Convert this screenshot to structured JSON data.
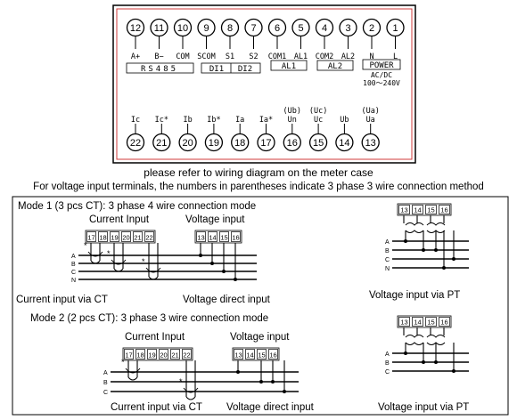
{
  "colors": {
    "frame": "#000000",
    "inner_frame": "#d23b3b"
  },
  "terminal_block": {
    "top_terminals": [
      "12",
      "11",
      "10",
      "9",
      "8",
      "7",
      "6",
      "5",
      "4",
      "3",
      "2",
      "1"
    ],
    "top_labels": [
      "A+",
      "B−",
      "COM",
      "SCOM",
      "S1",
      "S2",
      "COM1",
      "AL1",
      "COM2",
      "AL2",
      "N",
      "L"
    ],
    "group_rs485": "RS485",
    "group_di1": "DI1",
    "group_di2": "DI2",
    "group_al1": "AL1",
    "group_al2": "AL2",
    "power_label": "POWER",
    "power_spec_1": "AC/DC",
    "power_spec_2": "100～240V",
    "bottom_terminals": [
      "22",
      "21",
      "20",
      "19",
      "18",
      "17",
      "16",
      "15",
      "14",
      "13"
    ],
    "bottom_labels": [
      "Ic",
      "Ic*",
      "Ib",
      "Ib*",
      "Ia",
      "Ia*",
      "Un",
      "Uc",
      "Ub",
      "Ua"
    ],
    "bottom_alt_labels": [
      "(Ub)",
      "(Uc)",
      "(Ua)"
    ]
  },
  "notes": {
    "line1": "please refer to wiring diagram on the meter case",
    "line2": "For voltage input terminals, the numbers in parentheses indicate 3 phase 3 wire connection method"
  },
  "mode1": {
    "title": "Mode 1 (3 pcs CT): 3 phase 4 wire connection mode",
    "current_title": "Current Input",
    "voltage_title": "Voltage input",
    "current_terminals": [
      "17",
      "18",
      "19",
      "20",
      "21",
      "22"
    ],
    "voltage_terminals": [
      "13",
      "14",
      "15",
      "16"
    ],
    "pt_terminals": [
      "13",
      "14",
      "15",
      "16"
    ],
    "phases": [
      "A",
      "B",
      "C",
      "N"
    ],
    "star": "*",
    "caption_ct": "Current input via CT",
    "caption_direct": "Voltage direct input",
    "caption_pt": "Voltage input via PT"
  },
  "mode2": {
    "title": "Mode 2 (2 pcs CT): 3 phase 3 wire connection mode",
    "current_title": "Current Input",
    "voltage_title": "Voltage input",
    "current_terminals": [
      "17",
      "18",
      "19",
      "20",
      "21",
      "22"
    ],
    "voltage_terminals": [
      "13",
      "14",
      "15",
      "16"
    ],
    "pt_terminals": [
      "13",
      "14",
      "15",
      "16"
    ],
    "phases": [
      "A",
      "B",
      "C"
    ],
    "star": "*",
    "caption_ct": "Current input via CT",
    "caption_direct": "Voltage direct input",
    "caption_pt": "Voltage input via PT"
  }
}
